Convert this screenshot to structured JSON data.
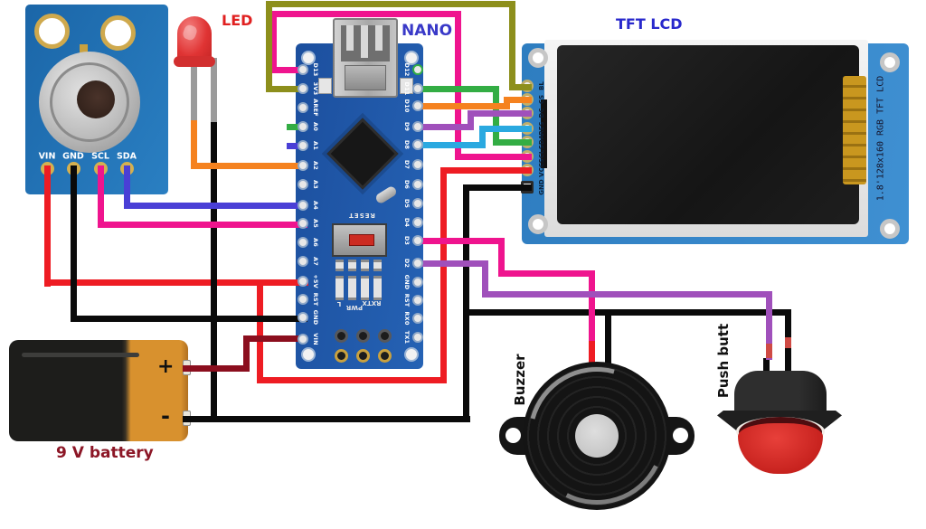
{
  "labels": {
    "nano": "NANO",
    "tft": "TFT LCD",
    "led": "LED",
    "buzzer": "Buzzer",
    "push_button": "Push butt",
    "battery": "9 V battery"
  },
  "colors": {
    "red": "#ee1c23",
    "black": "#0a0a0a",
    "pink": "#ef148e",
    "olive": "#8d8f1c",
    "green": "#33ad44",
    "orange": "#f5821f",
    "purple": "#a050bb",
    "blue": "#4a3fd6",
    "cyan": "#2aa9e0",
    "maroon": "#8b0e1e",
    "gray": "#9b9b9b",
    "band": "#cf4a44",
    "pcb_blue": "#1c4f9e",
    "tft_blue": "#2e7dc0",
    "battery_copper": "#d8912e",
    "label_red": "#e02020",
    "label_blue": "#3939c8",
    "label_maroon": "#8c1626"
  },
  "sensor": {
    "pins": [
      "VIN",
      "GND",
      "SCL",
      "SDA"
    ]
  },
  "nano": {
    "left_pins": [
      "D13",
      "3V3",
      "AREF",
      "A0",
      "A1",
      "A2",
      "A3",
      "A4",
      "A5",
      "A6",
      "A7",
      "+5V",
      "RST",
      "GND",
      "VIN"
    ],
    "right_pins": [
      "D12",
      "D11",
      "D10",
      "D9",
      "D8",
      "D7",
      "D6",
      "D5",
      "D4",
      "D3",
      "D2",
      "GND",
      "RST",
      "RX0",
      "TX1"
    ],
    "reset_label": "RESET",
    "led_label": "L",
    "pwr_label": "PWR",
    "rxtx_label": "RXTX"
  },
  "tft": {
    "pins_top_to_bottom": [
      "BL",
      "CS",
      "DC",
      "RES",
      "SDA",
      "SCL",
      "VCC",
      "GND"
    ],
    "side_label": "1.8'128x160 RGB TFT LCD"
  },
  "battery": {
    "plus": "+",
    "minus": "-"
  },
  "connections": [
    {
      "from": "Sensor VIN",
      "to": "Nano +5V",
      "color": "red"
    },
    {
      "from": "Sensor GND",
      "to": "Nano GND",
      "color": "black"
    },
    {
      "from": "Sensor SCL",
      "to": "Nano A5",
      "color": "pink"
    },
    {
      "from": "Sensor SDA",
      "to": "Nano A4",
      "color": "blue"
    },
    {
      "from": "LED anode",
      "to": "Nano A2",
      "color": "orange"
    },
    {
      "from": "LED cathode",
      "to": "GND bus",
      "color": "black"
    },
    {
      "from": "Nano D13",
      "to": "TFT SCL",
      "color": "pink"
    },
    {
      "from": "Nano 3V3",
      "to": "TFT BL",
      "color": "olive"
    },
    {
      "from": "Nano D11",
      "to": "TFT SDA",
      "color": "green"
    },
    {
      "from": "Nano D10",
      "to": "TFT CS",
      "color": "orange"
    },
    {
      "from": "Nano D9",
      "to": "TFT DC",
      "color": "purple"
    },
    {
      "from": "Nano D8",
      "to": "TFT RES",
      "color": "cyan"
    },
    {
      "from": "Nano +5V",
      "to": "TFT VCC",
      "color": "red"
    },
    {
      "from": "TFT GND",
      "to": "GND bus",
      "color": "black"
    },
    {
      "from": "Nano D3",
      "to": "Buzzer",
      "color": "pink"
    },
    {
      "from": "Nano D2",
      "to": "Push button",
      "color": "purple"
    },
    {
      "from": "Battery +",
      "to": "Nano VIN",
      "color": "maroon"
    },
    {
      "from": "Battery -",
      "to": "GND bus",
      "color": "black"
    }
  ]
}
